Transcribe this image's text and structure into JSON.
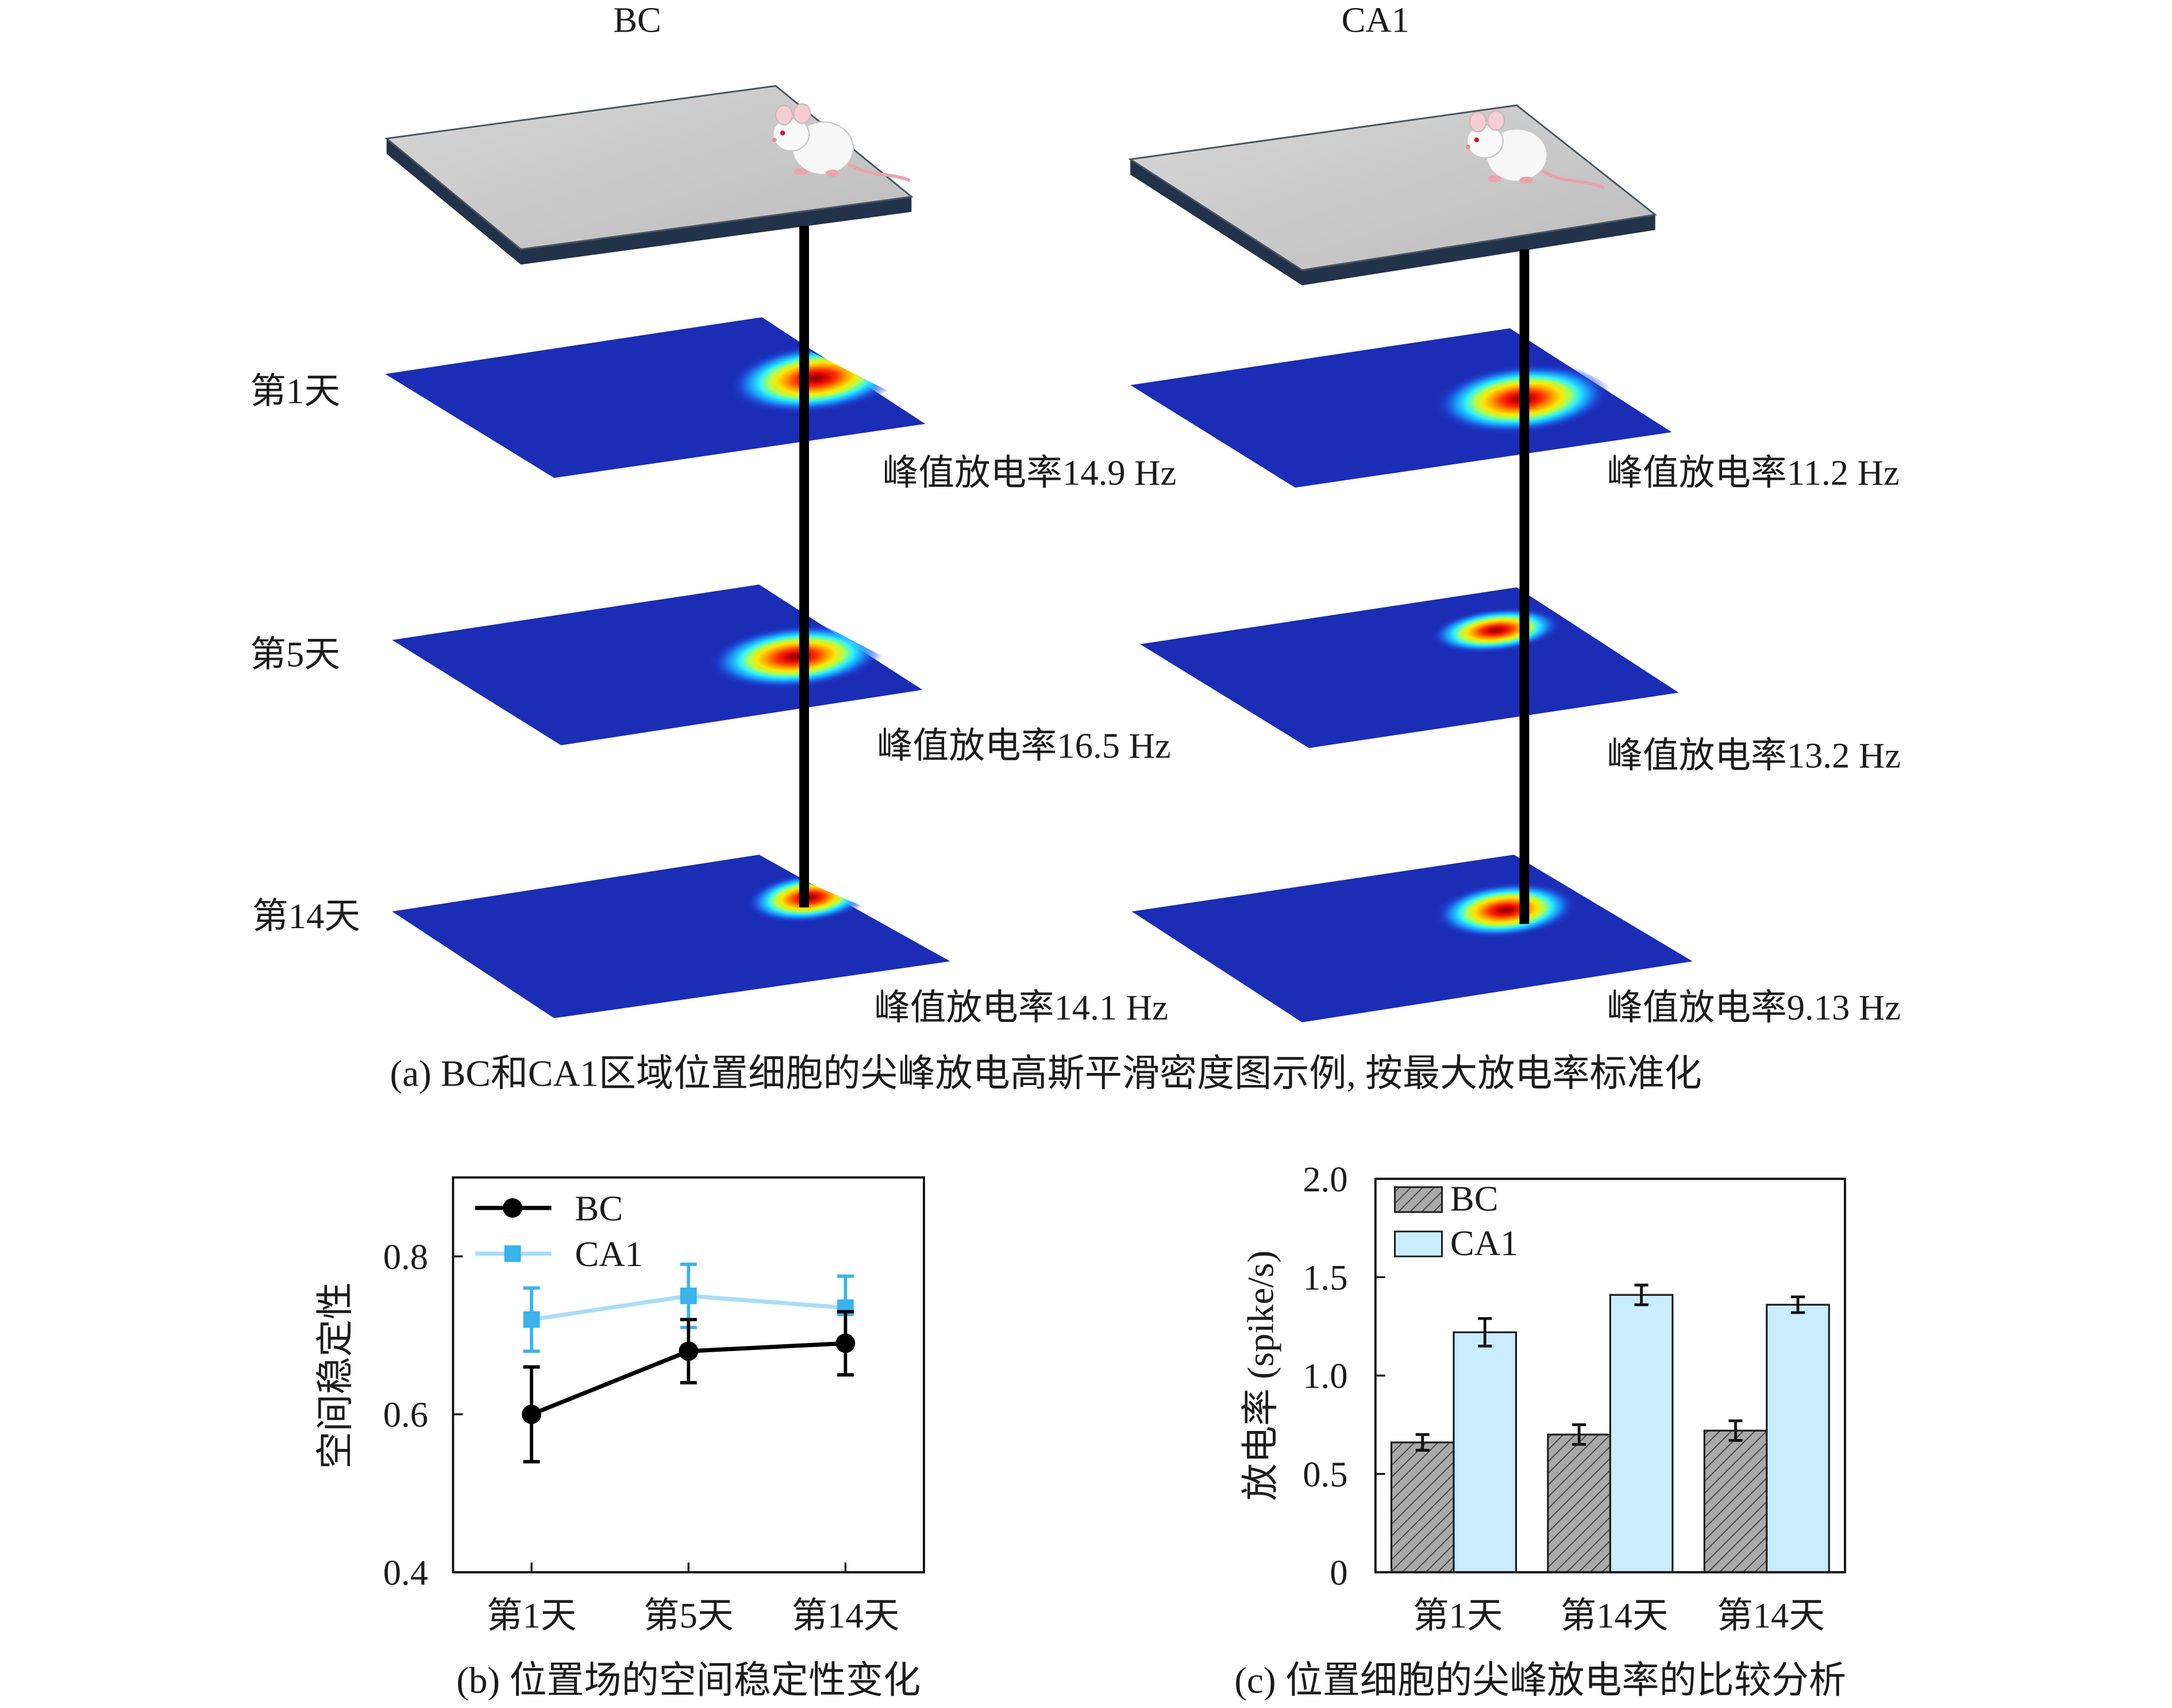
{
  "colors": {
    "heatmap_plate": "#1b2db5",
    "arena_plate": "#c9c9c9",
    "arena_edge": "#22324a",
    "rod": "#000000"
  },
  "panel_a": {
    "day_labels": [
      "第1天",
      "第5天",
      "第14天"
    ],
    "regions": [
      {
        "title": "BC",
        "peak_rates": [
          "峰值放电率14.9 Hz",
          "峰值放电率16.5 Hz",
          "峰值放电率14.1 Hz"
        ]
      },
      {
        "title": "CA1",
        "peak_rates": [
          "峰值放电率11.2 Hz",
          "峰值放电率13.2 Hz",
          "峰值放电率9.13 Hz"
        ]
      }
    ],
    "caption": "(a) BC和CA1区域位置细胞的尖峰放电高斯平滑密度图示例, 按最大放电率标准化"
  },
  "chart_data": [
    {
      "type": "line",
      "categories": [
        "第1天",
        "第5天",
        "第14天"
      ],
      "series": [
        {
          "name": "BC",
          "values": [
            0.6,
            0.68,
            0.69
          ],
          "error": [
            0.06,
            0.04,
            0.04
          ],
          "line_color": "#000000",
          "marker_color": "#000000",
          "marker": "circle"
        },
        {
          "name": "CA1",
          "values": [
            0.72,
            0.75,
            0.735
          ],
          "error": [
            0.04,
            0.04,
            0.04
          ],
          "line_color": "#a9ddf6",
          "marker_color": "#3bb3ec",
          "marker": "square"
        }
      ],
      "ylabel": "空间稳定性",
      "ylim": [
        0.4,
        0.9
      ],
      "yticks": [
        0.4,
        0.6,
        0.8
      ],
      "ytick_labels": [
        "0.4",
        "0.6",
        "0.8"
      ],
      "legend": "top-left",
      "grid": false,
      "caption": "(b) 位置场的空间稳定性变化"
    },
    {
      "type": "bar",
      "categories": [
        "第1天",
        "第14天",
        "第14天"
      ],
      "series": [
        {
          "name": "BC",
          "values": [
            0.66,
            0.7,
            0.72
          ],
          "error": [
            0.04,
            0.05,
            0.05
          ],
          "fill_color": "#a9a9a9",
          "hatched": true
        },
        {
          "name": "CA1",
          "values": [
            1.22,
            1.41,
            1.36
          ],
          "error": [
            0.07,
            0.05,
            0.04
          ],
          "fill_color": "#c9edfc",
          "hatched": false
        }
      ],
      "ylabel": "放电率 (spike/s)",
      "ylim": [
        0,
        2.0
      ],
      "yticks": [
        0,
        0.5,
        1.0,
        1.5,
        2.0
      ],
      "ytick_labels": [
        "0",
        "0.5",
        "1.0",
        "1.5",
        "2.0"
      ],
      "legend": "top-left",
      "grid": false,
      "caption": "(c) 位置细胞的尖峰放电率的比较分析"
    }
  ]
}
